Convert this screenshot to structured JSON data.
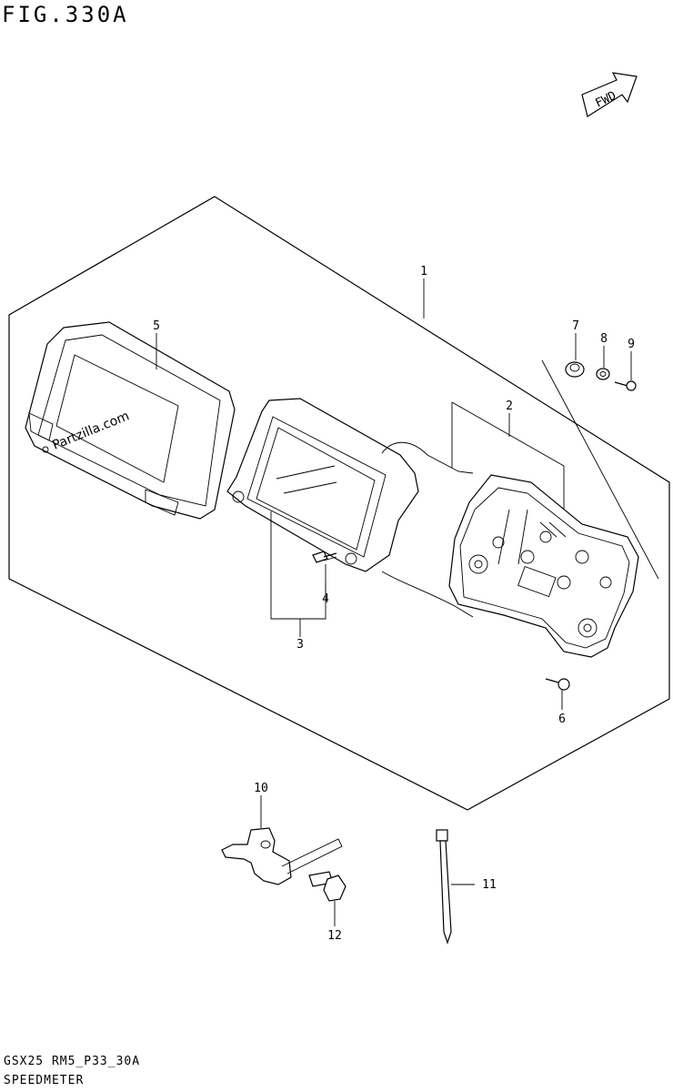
{
  "figure_title": "FIG.330A",
  "footer_code": "GSX25 RM5_P33_30A",
  "footer_name": "SPEEDMETER",
  "watermark": "Partzilla.com",
  "fwd_label": "FWD",
  "callouts": [
    "1",
    "2",
    "3",
    "4",
    "5",
    "6",
    "7",
    "8",
    "9",
    "10",
    "11",
    "12"
  ]
}
